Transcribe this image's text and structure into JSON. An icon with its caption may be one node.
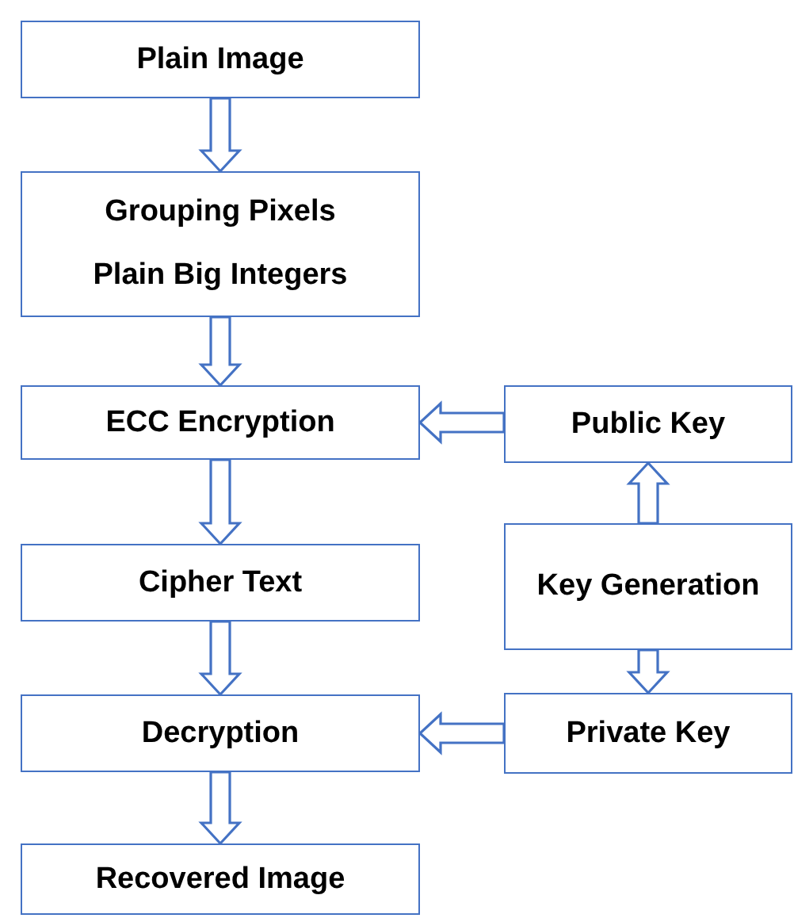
{
  "diagram": {
    "nodes": [
      {
        "text": [
          "Plain Image"
        ]
      },
      {
        "text": [
          "Grouping Pixels",
          "Plain Big Integers"
        ]
      },
      {
        "text": [
          "ECC Encryption"
        ]
      },
      {
        "text": [
          "Public Key"
        ]
      },
      {
        "text": [
          "Cipher Text"
        ]
      },
      {
        "text": [
          "Key Generation"
        ]
      },
      {
        "text": [
          "Decryption"
        ]
      },
      {
        "text": [
          "Private Key"
        ]
      },
      {
        "text": [
          "Recovered Image"
        ]
      }
    ],
    "edges": [
      {
        "from": 0,
        "to": 1,
        "arrow": "to"
      },
      {
        "from": 1,
        "to": 2,
        "arrow": "to"
      },
      {
        "from": 3,
        "to": 2,
        "arrow": "to"
      },
      {
        "from": 5,
        "to": 3,
        "arrow": "to"
      },
      {
        "from": 2,
        "to": 4,
        "arrow": "to"
      },
      {
        "from": 5,
        "to": 7,
        "arrow": "to"
      },
      {
        "from": 4,
        "to": 6,
        "arrow": "to"
      },
      {
        "from": 7,
        "to": 6,
        "arrow": "to"
      },
      {
        "from": 6,
        "to": 8,
        "arrow": "to"
      }
    ]
  }
}
